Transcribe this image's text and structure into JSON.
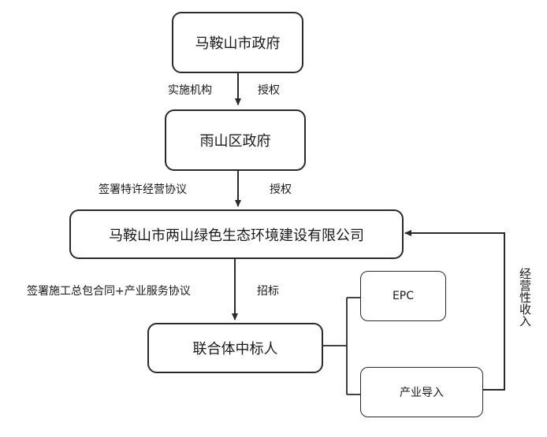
{
  "nodes": {
    "city_gov": "马鞍山市政府",
    "district_gov": "雨山区政府",
    "company": "马鞍山市两山绿色生态环境建设有限公司",
    "consortium": "联合体中标人",
    "epc": "EPC",
    "industry": "产业导入"
  },
  "edge_labels": {
    "implementing_agency": "实施机构",
    "authorize_1": "授权",
    "sign_franchise": "签署特许经营协议",
    "authorize_2": "授权",
    "sign_contract": "签署施工总包合同+产业服务协议",
    "bidding": "招标",
    "operating_income": "经营性收入"
  },
  "colors": {
    "line": "#2a2a2a",
    "text": "#1a1a1a"
  }
}
